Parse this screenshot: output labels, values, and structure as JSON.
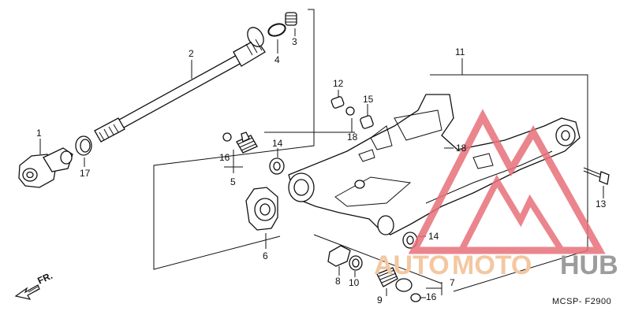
{
  "diagram": {
    "code": "MCSP- F2900",
    "direction_label": "FR.",
    "callouts": [
      "1",
      "2",
      "3",
      "4",
      "5",
      "6",
      "7",
      "8",
      "9",
      "10",
      "11",
      "12",
      "13",
      "14",
      "14",
      "15",
      "16",
      "16",
      "17",
      "18",
      "18"
    ],
    "watermark": {
      "brand_auto": "AUTO",
      "brand_moto": "MOTO",
      "brand_hub": "HUB",
      "accent_color": "#e8707a",
      "orange_color": "#f4c7a0",
      "gray_color": "#9c9c9c"
    }
  }
}
